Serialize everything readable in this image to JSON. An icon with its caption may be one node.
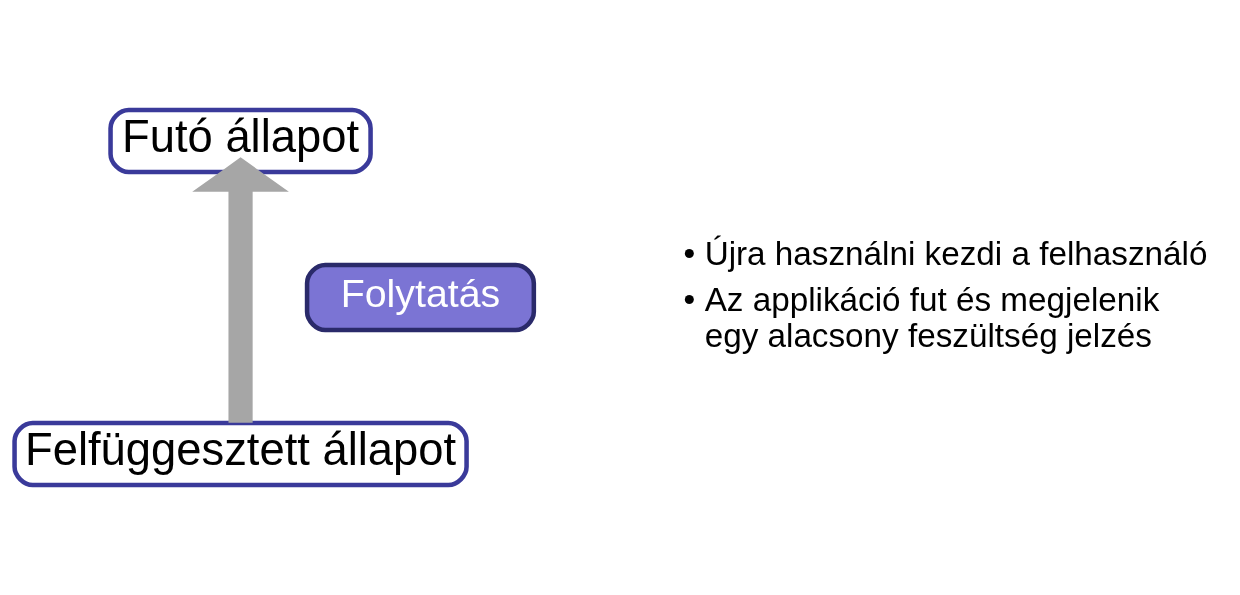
{
  "diagram": {
    "nodes": [
      {
        "text": [
          "Futó állapot"
        ]
      },
      {
        "text": [
          "Folytatás"
        ]
      },
      {
        "text": [
          "Felfüggesztett állapot"
        ]
      }
    ],
    "edges": [
      {
        "from": 2,
        "to": 0,
        "arrow": "to"
      }
    ],
    "labels": [
      "•",
      "Újra használni kezdi a felhasználó",
      "•",
      "Az applikáció fut és megjelenik egy alacsony feszültség jelzés"
    ]
  }
}
